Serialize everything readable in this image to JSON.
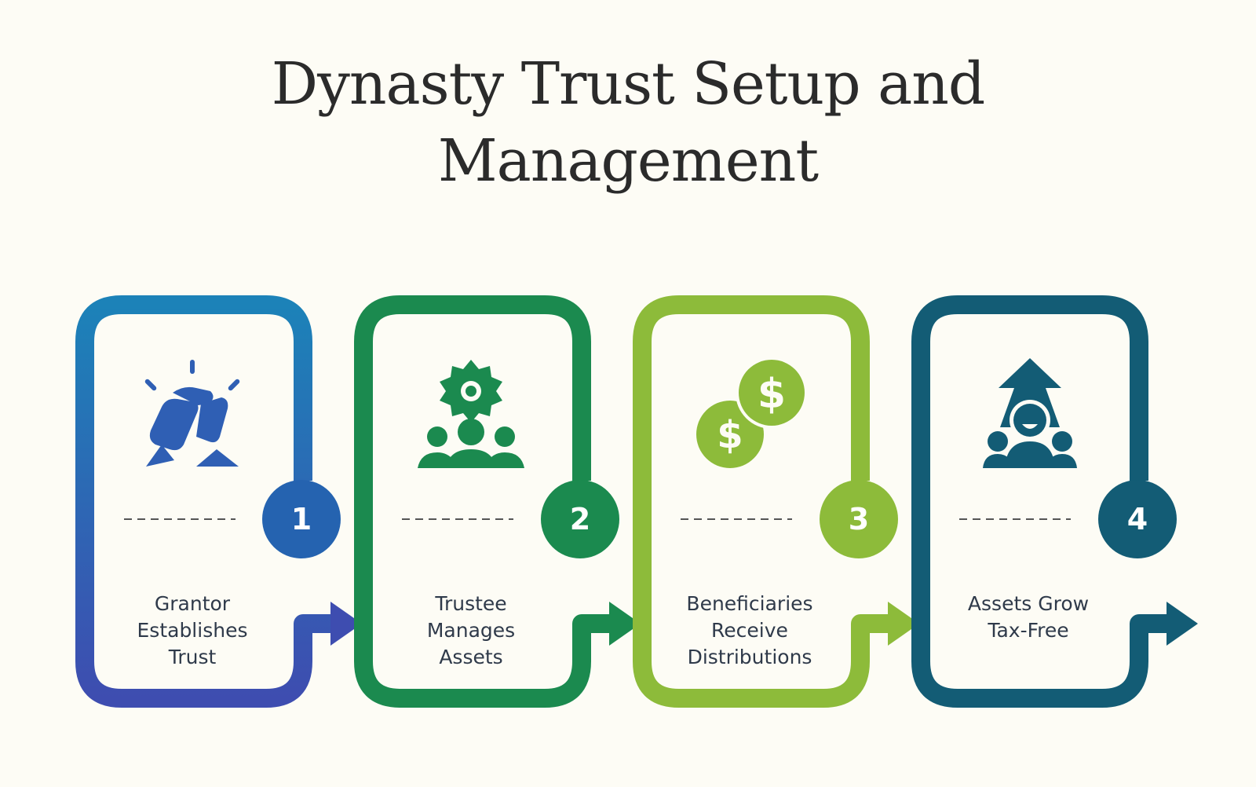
{
  "title": {
    "line1": "Dynasty Trust Setup and",
    "line2": "Management"
  },
  "steps": [
    {
      "number": "1",
      "label_lines": [
        "Grantor",
        "Establishes",
        "Trust"
      ],
      "icon": "handshake-icon",
      "color": "#2563b0",
      "gradient_top": "#1c82b8",
      "gradient_bottom": "#3e4db0"
    },
    {
      "number": "2",
      "label_lines": [
        "Trustee",
        "Manages",
        "Assets"
      ],
      "icon": "gear-people-icon",
      "color": "#1b8a4f",
      "gradient_top": "#1b8a4f",
      "gradient_bottom": "#1b8a4f"
    },
    {
      "number": "3",
      "label_lines": [
        "Beneficiaries",
        "Receive",
        "Distributions"
      ],
      "icon": "dollar-coins-icon",
      "color": "#8dbb3a",
      "gradient_top": "#8dbb3a",
      "gradient_bottom": "#8dbb3a"
    },
    {
      "number": "4",
      "label_lines": [
        "Assets Grow",
        "Tax-Free"
      ],
      "icon": "growth-people-icon",
      "color": "#135c75",
      "gradient_top": "#135c75",
      "gradient_bottom": "#135c75"
    }
  ]
}
